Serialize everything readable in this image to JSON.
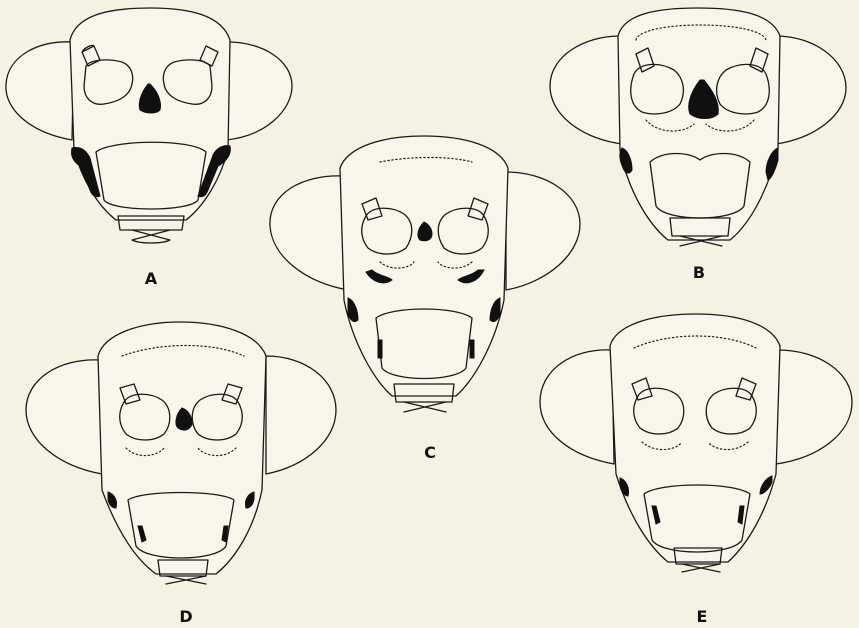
{
  "figures": [
    {
      "id": "A",
      "label": "A",
      "median_spot": true,
      "side_black": "large-bars",
      "ventral_black_crescents": false,
      "dotted_rim": false,
      "dotted_ocular": false
    },
    {
      "id": "B",
      "label": "B",
      "median_spot": true,
      "side_black": "small-bars",
      "ventral_black_crescents": false,
      "dotted_rim": true,
      "dotted_ocular": true
    },
    {
      "id": "C",
      "label": "C",
      "median_spot": true,
      "side_black": "spots",
      "ventral_black_crescents": true,
      "dotted_rim": true,
      "dotted_ocular": true
    },
    {
      "id": "D",
      "label": "D",
      "median_spot": true,
      "side_black": "small-spots",
      "ventral_black_crescents": false,
      "dotted_rim": true,
      "dotted_ocular": true
    },
    {
      "id": "E",
      "label": "E",
      "median_spot": false,
      "side_black": "small-spots",
      "ventral_black_crescents": false,
      "dotted_rim": true,
      "dotted_ocular": true
    }
  ],
  "colors": {
    "background": "#f6f2e3",
    "ink": "#1a1a1a",
    "fill": "#f8f5ea"
  }
}
